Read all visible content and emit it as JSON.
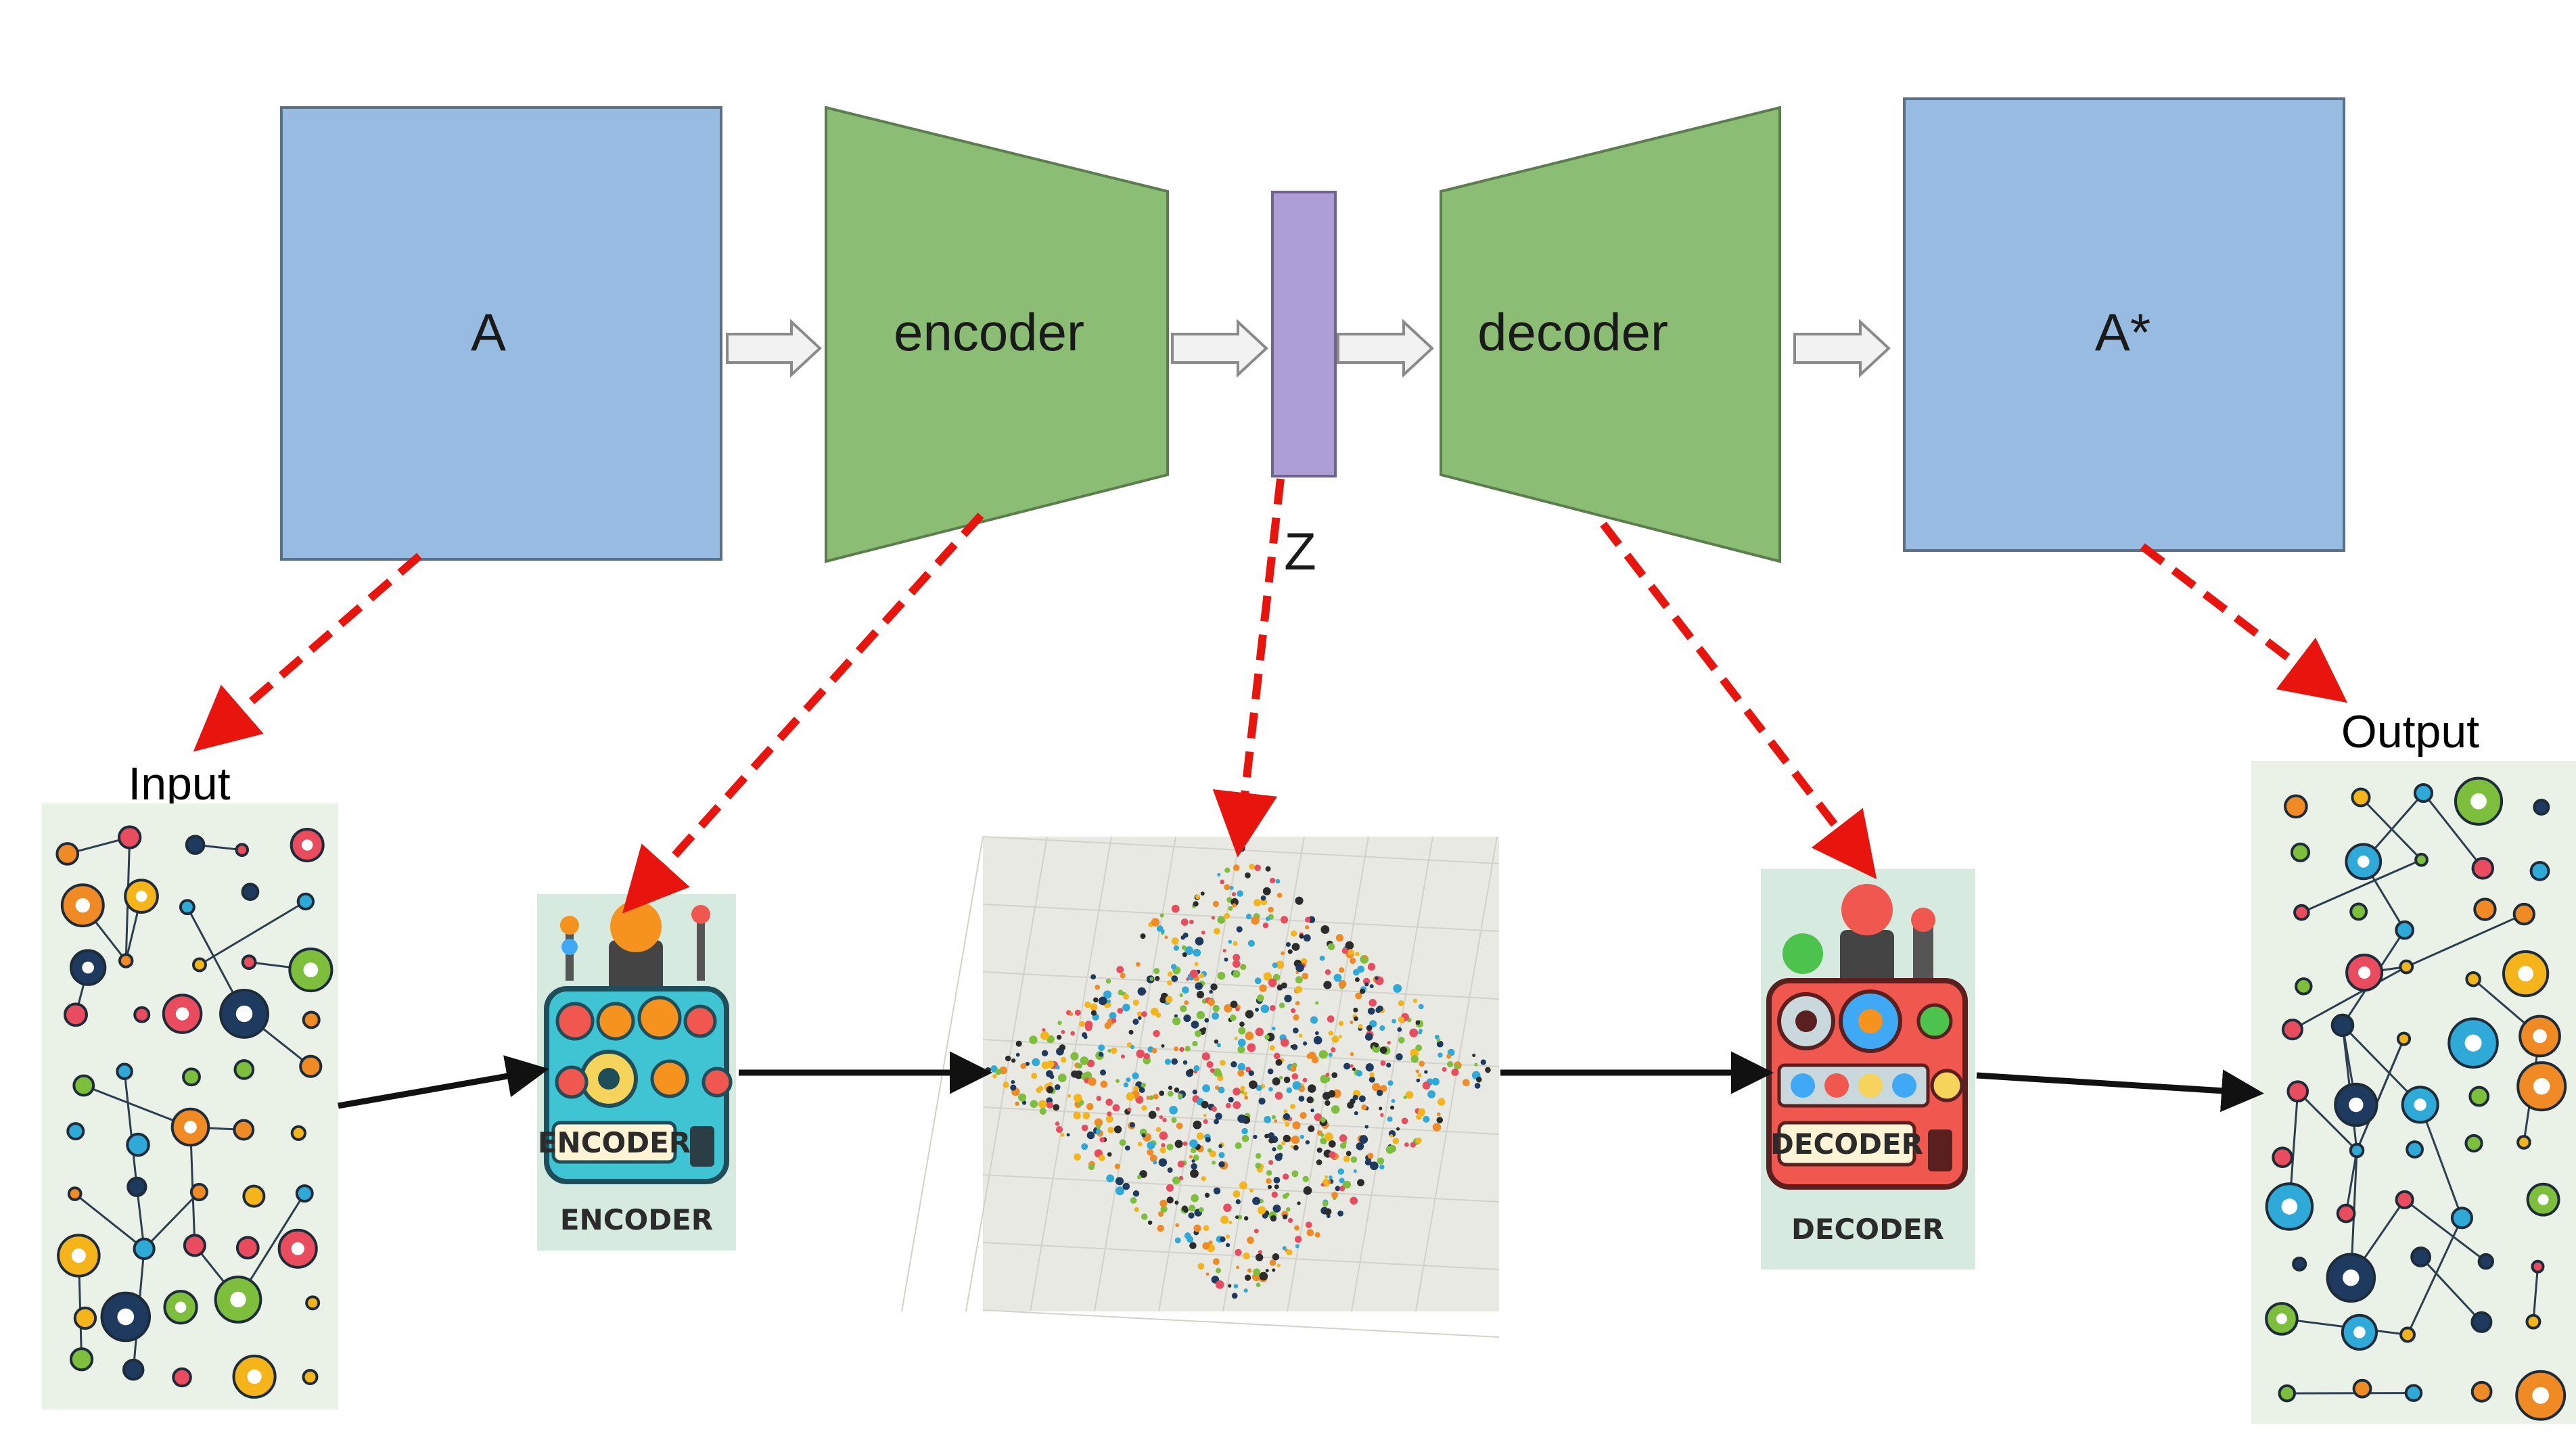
{
  "top_row": {
    "box_a": {
      "label": "A",
      "color": "#97BBE1"
    },
    "encoder": {
      "label": "encoder",
      "color": "#8BBD74"
    },
    "latent": {
      "label": "Z",
      "color": "#AD9FD6"
    },
    "decoder": {
      "label": "decoder",
      "color": "#8BBD74"
    },
    "box_a_star": {
      "label": "A*",
      "color": "#97BBE1"
    }
  },
  "bottom_row": {
    "input_label": "Input",
    "output_label": "Output",
    "encoder_badge": {
      "screen_label": "ENCODER",
      "caption": "ENCODER",
      "body_color": "#3FC4D4"
    },
    "decoder_badge": {
      "screen_label": "DECODER",
      "caption": "DECODER",
      "body_color": "#F0584F"
    }
  },
  "colors": {
    "dashed_arrow": "#E8140E",
    "solid_arrow": "#111111",
    "hollow_arrow_fill": "#F2F2F2",
    "hollow_arrow_stroke": "#8A8A8A",
    "panel_bg": "#EAF1E6",
    "latent_bg": "#E9E9E3"
  },
  "icons": [
    "graph-network-image",
    "encoder-robot-icon",
    "latent-scatter-image",
    "decoder-robot-icon"
  ]
}
